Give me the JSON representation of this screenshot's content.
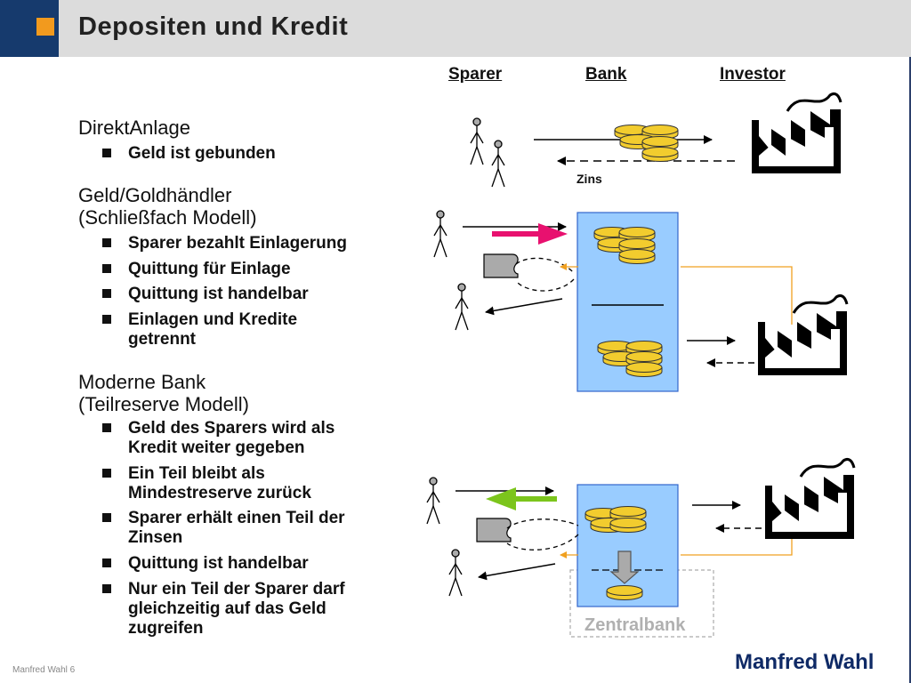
{
  "title": "Depositen und Kredit",
  "columns": {
    "sparer": "Sparer",
    "bank": "Bank",
    "investor": "Investor"
  },
  "sections": [
    {
      "heading": [
        "DirektAnlage"
      ],
      "bullets": [
        [
          "Geld ist gebunden"
        ]
      ]
    },
    {
      "heading": [
        "Geld/Goldhändler",
        "(Schließfach Modell)"
      ],
      "bullets": [
        [
          "Sparer bezahlt Einlagerung"
        ],
        [
          "Quittung für Einlage"
        ],
        [
          "Quittung ist handelbar"
        ],
        [
          "Einlagen und Kredite",
          "getrennt"
        ]
      ]
    },
    {
      "heading": [
        "Moderne Bank",
        "(Teilreserve Modell)"
      ],
      "bullets": [
        [
          "Geld des Sparers wird als",
          "Kredit weiter gegeben"
        ],
        [
          "Ein Teil bleibt als",
          "Mindestreserve zurück"
        ],
        [
          "Sparer erhält einen Teil der",
          "Zinsen"
        ],
        [
          "Quittung ist handelbar"
        ],
        [
          "Nur ein Teil der Sparer darf",
          "gleichzeitig auf das Geld",
          "zugreifen"
        ]
      ]
    }
  ],
  "diagram": {
    "zins_label": "Zins",
    "zentralbank_label": "Zentralbank"
  },
  "colors": {
    "bank_box": "#99ccff",
    "coin": "#f2cc2e",
    "pink_arrow": "#e8116f",
    "green_arrow": "#7cc51c",
    "orange_line": "#f0a020"
  },
  "footer": {
    "left": "Manfred Wahl 6",
    "right": "Manfred Wahl"
  }
}
